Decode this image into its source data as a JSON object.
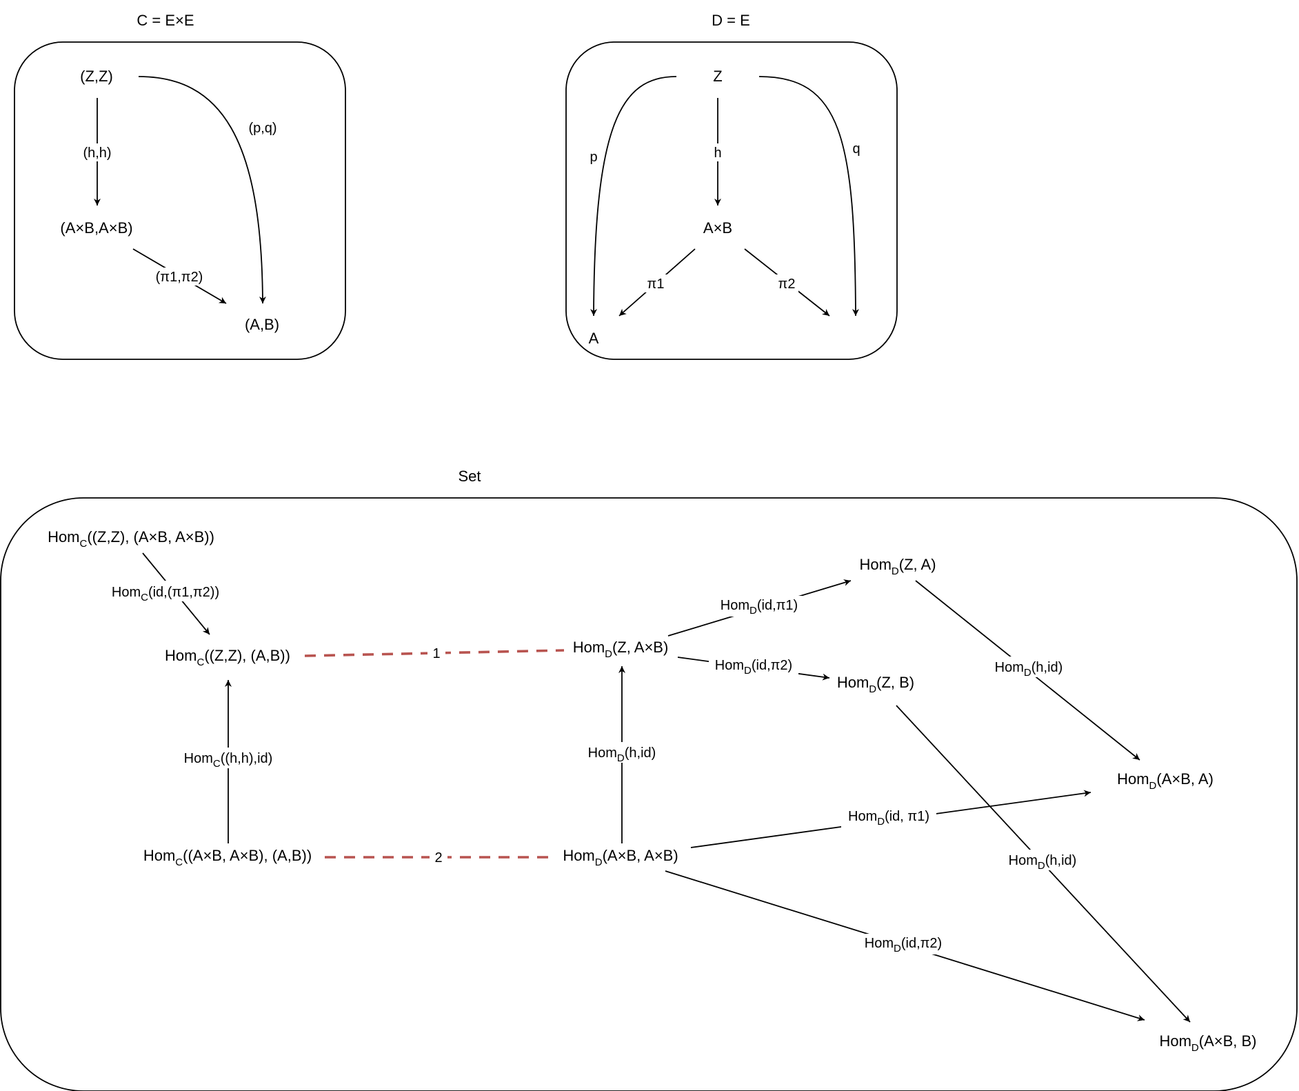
{
  "panels": {
    "c": {
      "title": "C = E×E"
    },
    "d": {
      "title": "D = E"
    },
    "set": {
      "title": "Set"
    }
  },
  "c_diagram": {
    "nodes": {
      "zz": "(Z,Z)",
      "axbaxb": "(A×B,A×B)",
      "ab": "(A,B)"
    },
    "edges": {
      "hh": "(h,h)",
      "pq": "(p,q)",
      "pi": "(π1,π2)"
    }
  },
  "d_diagram": {
    "nodes": {
      "z": "Z",
      "axb": "A×B",
      "a": "A"
    },
    "edges": {
      "p": "p",
      "h": "h",
      "q": "q",
      "pi1": "π1",
      "pi2": "π2"
    }
  },
  "set_diagram": {
    "hom": "Hom",
    "c": "C",
    "d": "D",
    "nodes": {
      "hc_zz_axb": "((Z,Z), (A×B, A×B))",
      "hc_zz_ab": "((Z,Z), (A,B))",
      "hc_axb_ab": "((A×B, A×B), (A,B))",
      "hd_z_axb": "(Z, A×B)",
      "hd_axb_axb": "(A×B, A×B)",
      "hd_z_a": "(Z, A)",
      "hd_z_b": "(Z, B)",
      "hd_axb_a": "(A×B, A)",
      "hd_axb_b": "(A×B, B)"
    },
    "edges": {
      "hc_id_pi": "(id,(π1,π2))",
      "hc_hh_id": "((h,h),id)",
      "hd_h_id_mid": "(h,id)",
      "hd_id_pi1_top": "(id,π1)",
      "hd_id_pi2_top": "(id,π2)",
      "hd_h_id_right1": "(h,id)",
      "hd_h_id_right2": "(h,id)",
      "hd_id_pi1_bottom": "(id, π1)",
      "hd_id_pi2_bottom": "(id,π2)",
      "iso1": "1",
      "iso2": "2"
    }
  }
}
